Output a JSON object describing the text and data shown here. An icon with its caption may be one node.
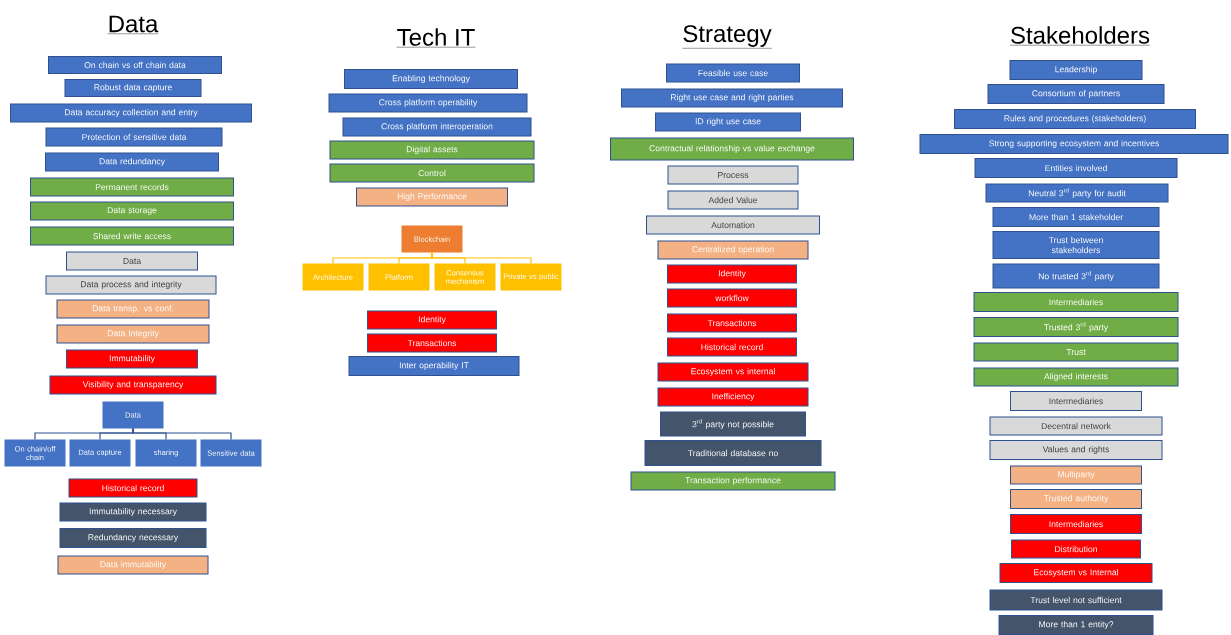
{
  "diagram": {
    "nodes": [
      {
        "text": [
          "On chain vs off chain data"
        ]
      },
      {
        "text": [
          "Robust data capture"
        ]
      },
      {
        "text": [
          "Data accuracy collection and entry"
        ]
      },
      {
        "text": [
          "Protection of sensitive data"
        ]
      },
      {
        "text": [
          "Data redundancy"
        ]
      },
      {
        "text": [
          "Permanent records"
        ]
      },
      {
        "text": [
          "Data storage"
        ]
      },
      {
        "text": [
          "Shared write access"
        ]
      },
      {
        "text": [
          "Data"
        ]
      },
      {
        "text": [
          "Data process and integrity"
        ]
      },
      {
        "text": [
          "Data transp. vs conf."
        ]
      },
      {
        "text": [
          "Data Integrity"
        ]
      },
      {
        "text": [
          "Immutability"
        ]
      },
      {
        "text": [
          "Visibility and transparency"
        ]
      },
      {
        "text": [
          "Data"
        ]
      },
      {
        "text": [
          "On chain/off chain"
        ]
      },
      {
        "text": [
          "Data capture"
        ]
      },
      {
        "text": [
          "sharing"
        ]
      },
      {
        "text": [
          "Sensitive data"
        ]
      },
      {
        "text": [
          "Historical record"
        ]
      },
      {
        "text": [
          "Immutability necessary"
        ]
      },
      {
        "text": [
          "Redundancy necessary"
        ]
      },
      {
        "text": [
          "Data immutability"
        ]
      },
      {
        "text": [
          "Enabling technology"
        ]
      },
      {
        "text": [
          "Cross platform operability"
        ]
      },
      {
        "text": [
          "Cross platform interoperation"
        ]
      },
      {
        "text": [
          "Digital assets"
        ]
      },
      {
        "text": [
          "Control"
        ]
      },
      {
        "text": [
          "High Performance"
        ]
      },
      {
        "text": [
          "Blockchain"
        ]
      },
      {
        "text": [
          "Architecture"
        ]
      },
      {
        "text": [
          "Platform"
        ]
      },
      {
        "text": [
          "Consensus mechanism"
        ]
      },
      {
        "text": [
          "Private vs public"
        ]
      },
      {
        "text": [
          "Identity"
        ]
      },
      {
        "text": [
          "Transactions"
        ]
      },
      {
        "text": [
          "Inter operability IT"
        ]
      },
      {
        "text": [
          "Feasible use case"
        ]
      },
      {
        "text": [
          "Right use case and right parties"
        ]
      },
      {
        "text": [
          "ID right use case"
        ]
      },
      {
        "text": [
          "Contractual relationship vs value exchange"
        ]
      },
      {
        "text": [
          "Process"
        ]
      },
      {
        "text": [
          "Added Value"
        ]
      },
      {
        "text": [
          "Automation"
        ]
      },
      {
        "text": [
          "Centralized operation"
        ]
      },
      {
        "text": [
          "Identity"
        ]
      },
      {
        "text": [
          "workflow"
        ]
      },
      {
        "text": [
          "Transactions"
        ]
      },
      {
        "text": [
          "Historical record"
        ]
      },
      {
        "text": [
          "Ecosystem vs internal"
        ]
      },
      {
        "text": [
          "Inefficiency"
        ]
      },
      {
        "text": [
          "3$^{rd}$ party not possible"
        ]
      },
      {
        "text": [
          "Traditional database no"
        ]
      },
      {
        "text": [
          "Transaction performance"
        ]
      },
      {
        "text": [
          "Leadership"
        ]
      },
      {
        "text": [
          "Consortium of partners"
        ]
      },
      {
        "text": [
          "Rules and procedures (stakeholders)"
        ]
      },
      {
        "text": [
          "Strong supporting ecosystem and incentives"
        ]
      },
      {
        "text": [
          "Entities involved"
        ]
      },
      {
        "text": [
          "Neutral 3$^{rd}$ party for audit"
        ]
      },
      {
        "text": [
          "More than 1 stakeholder"
        ]
      },
      {
        "text": [
          "Trust between stakeholders"
        ]
      },
      {
        "text": [
          "No trusted 3$^{rd}$ party"
        ]
      },
      {
        "text": [
          "Intermediaries"
        ]
      },
      {
        "text": [
          "Trusted 3$^{rd}$ party"
        ]
      },
      {
        "text": [
          "Trust"
        ]
      },
      {
        "text": [
          "Aligned interests"
        ]
      },
      {
        "text": [
          "Intermediaries"
        ]
      },
      {
        "text": [
          "Decentral network"
        ]
      },
      {
        "text": [
          "Values and rights"
        ]
      },
      {
        "text": [
          "Multiparty"
        ]
      },
      {
        "text": [
          "Trusted authority"
        ]
      },
      {
        "text": [
          "Intermediaries"
        ]
      },
      {
        "text": [
          "Distribution"
        ]
      },
      {
        "text": [
          "Ecosystem vs Internal"
        ]
      },
      {
        "text": [
          "Trust level not sufficient"
        ]
      },
      {
        "text": [
          "More than 1 entity?"
        ]
      }
    ],
    "edges": [
      {
        "from": 14,
        "to": 15,
        "arrow": "none"
      },
      {
        "from": 14,
        "to": 16,
        "arrow": "none"
      },
      {
        "from": 14,
        "to": 17,
        "arrow": "none"
      },
      {
        "from": 14,
        "to": 18,
        "arrow": "none"
      },
      {
        "from": 29,
        "to": 30,
        "arrow": "none",
        "color": "#ffc000"
      },
      {
        "from": 29,
        "to": 31,
        "arrow": "none",
        "color": "#ffc000"
      },
      {
        "from": 29,
        "to": 32,
        "arrow": "none",
        "color": "#ffc000"
      },
      {
        "from": 29,
        "to": 33,
        "arrow": "none",
        "color": "#ffc000"
      }
    ],
    "labels": [
      "Data",
      "Tech IT",
      "Strategy",
      "Stakeholders"
    ]
  }
}
